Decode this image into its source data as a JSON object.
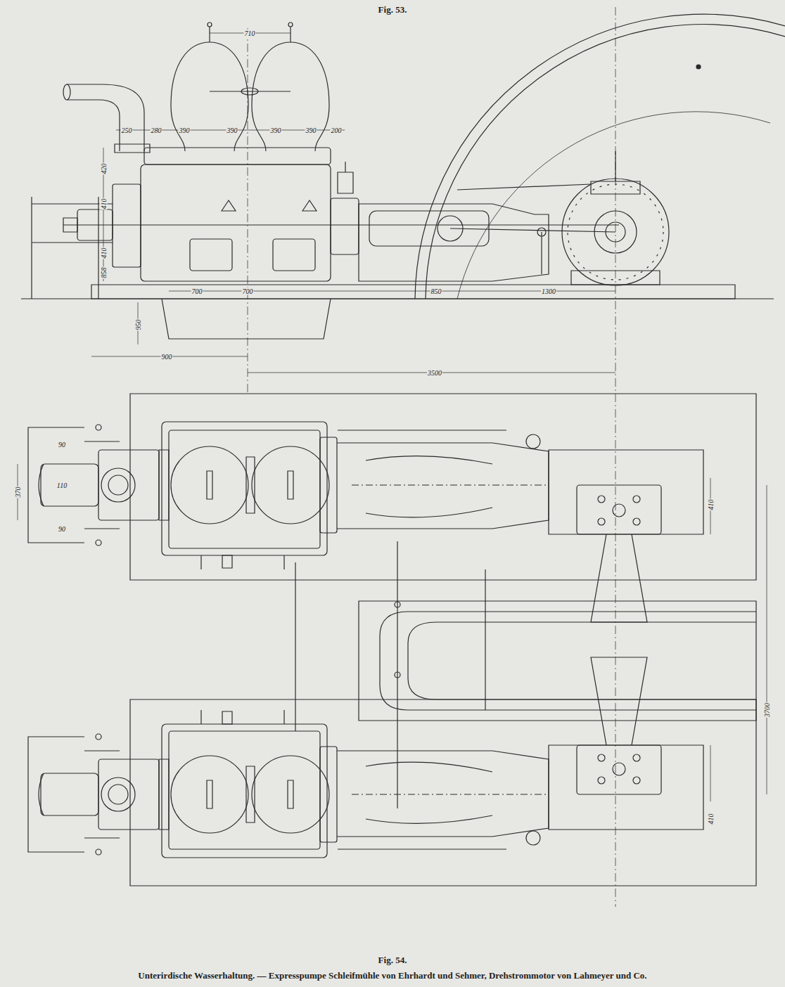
{
  "diagram": {
    "title": "Fig. 53.",
    "caption": "Unterirdische Wasserhaltung. — Expresspumpe Schleifmühle von Ehrhardt und Sehmer, Drehstrommotor von Lahmeyer und Co.",
    "labels": [
      "710",
      "250",
      "280",
      "390",
      "390",
      "390",
      "390",
      "200",
      "420",
      "410",
      "410",
      "858",
      "700",
      "700",
      "950",
      "900",
      "850",
      "1300",
      "3500",
      "370",
      "90",
      "110",
      "90",
      "410",
      "3700",
      "410",
      "Fig. 54."
    ]
  }
}
